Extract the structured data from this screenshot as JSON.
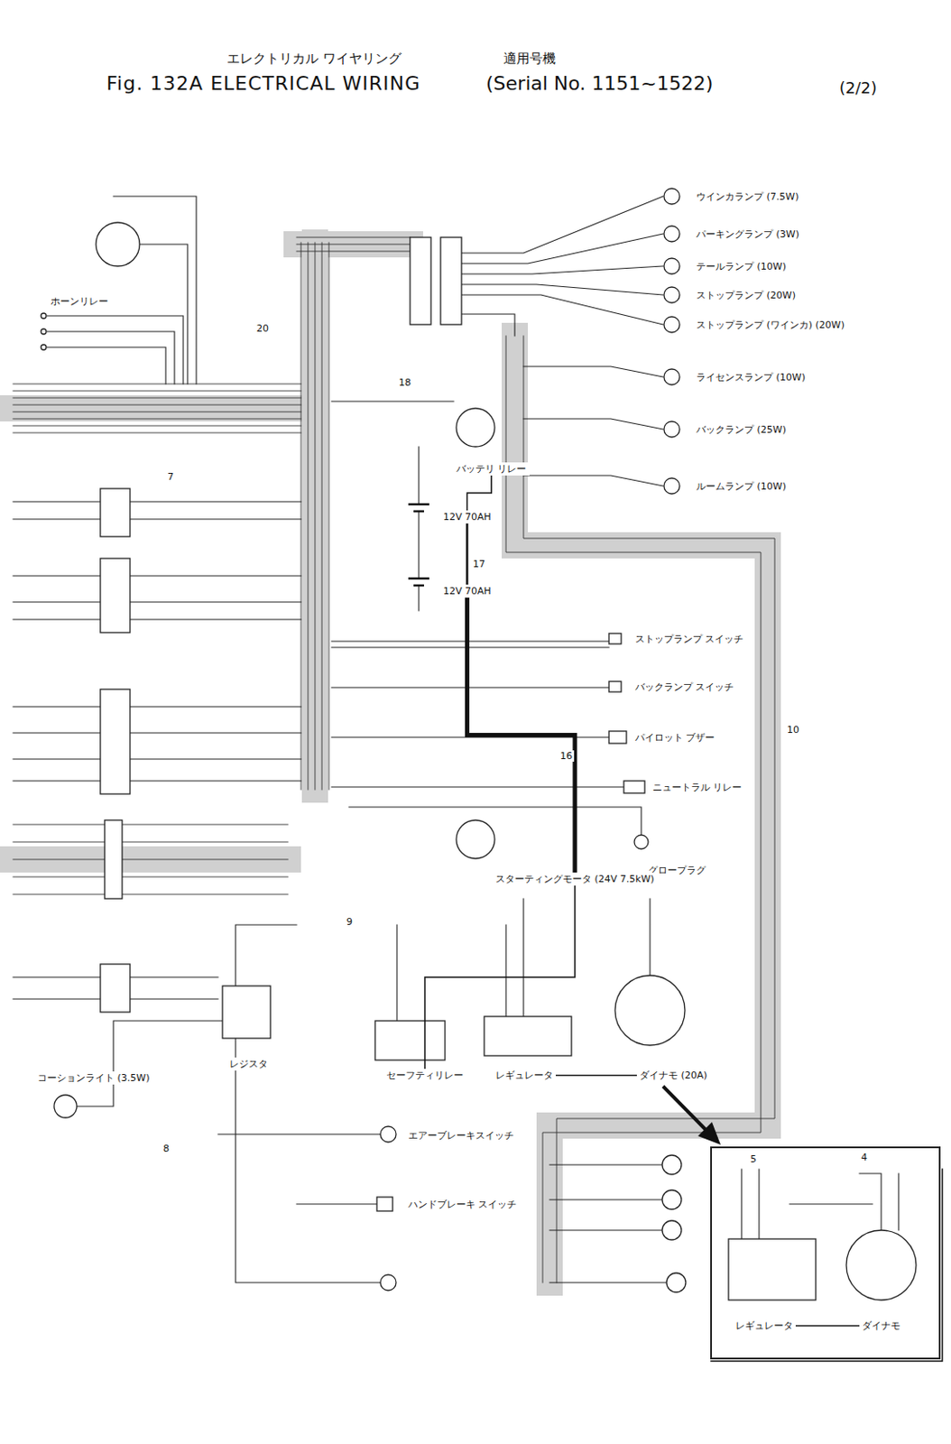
{
  "diagram": {
    "title": "Fig. 132A ELECTRICAL WIRING",
    "nodes": [
      {
        "text": [
          "ホーンリレー"
        ]
      },
      {
        "text": [
          "ウインカランプ (7.5W)"
        ]
      },
      {
        "text": [
          "パーキングランプ (3W)"
        ]
      },
      {
        "text": [
          "テールランプ (10W)"
        ]
      },
      {
        "text": [
          "ストップランプ (20W)"
        ]
      },
      {
        "text": [
          "ストップランプ (ワインカ) (20W)"
        ]
      },
      {
        "text": [
          "ライセンスランプ (10W)"
        ]
      },
      {
        "text": [
          "バックランプ (25W)"
        ]
      },
      {
        "text": [
          "ルームランプ (10W)"
        ]
      },
      {
        "text": [
          "バッテリ リレー"
        ]
      },
      {
        "text": [
          "12V 70AH"
        ]
      },
      {
        "text": [
          "12V 70AH"
        ]
      },
      {
        "text": [
          "ストップランプ スイッチ"
        ]
      },
      {
        "text": [
          "バックランプ スイッチ"
        ]
      },
      {
        "text": [
          "パイロット ブザー"
        ]
      },
      {
        "text": [
          "ニュートラル リレー"
        ]
      },
      {
        "text": [
          "グロープラグ"
        ]
      },
      {
        "text": [
          "スターティングモータ (24V 7.5kW)"
        ]
      },
      {
        "text": [
          "セーフティリレー"
        ]
      },
      {
        "text": [
          "レギュレータ"
        ]
      },
      {
        "text": [
          "ダイナモ (20A)"
        ]
      },
      {
        "text": [
          "レジスタ"
        ]
      },
      {
        "text": [
          "コーションライト (3.5W)"
        ]
      },
      {
        "text": [
          "エアーブレーキスイッチ"
        ]
      },
      {
        "text": [
          "ハンドブレーキ スイッチ"
        ]
      },
      {
        "text": [
          "レギュレータ"
        ]
      },
      {
        "text": [
          "ダイナモ"
        ]
      }
    ],
    "edges": [
      {
        "from": 9,
        "to": 10,
        "arrow": "none"
      },
      {
        "from": 10,
        "to": 11,
        "arrow": "none"
      },
      {
        "from": 11,
        "to": 17,
        "arrow": "none"
      },
      {
        "from": 18,
        "to": 17,
        "arrow": "none"
      },
      {
        "from": 19,
        "to": 20,
        "arrow": "none"
      },
      {
        "from": 25,
        "to": 26,
        "arrow": "none"
      }
    ],
    "labels": [
      "エレクトリカル ワイヤリング",
      "適用号機",
      "(Serial No. 1151~1522)",
      "(2/2)",
      "20",
      "18",
      "17",
      "16",
      "10",
      "9",
      "8",
      "7",
      "5",
      "4"
    ]
  }
}
